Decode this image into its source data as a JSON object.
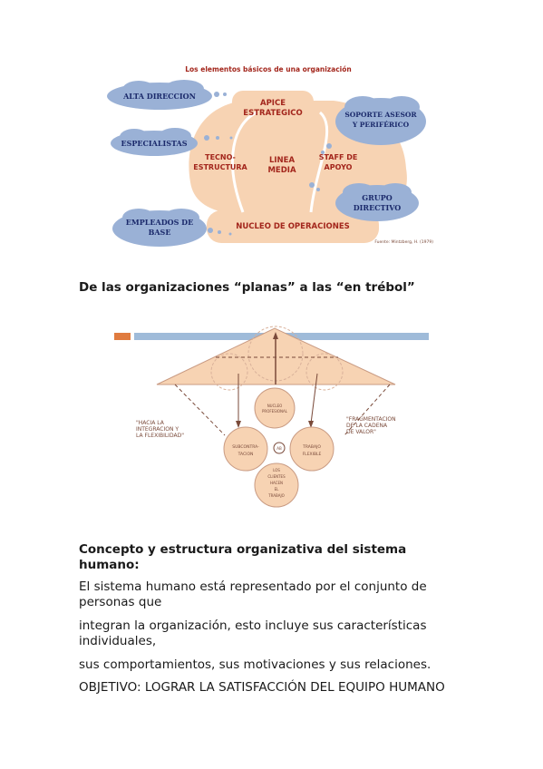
{
  "figure1": {
    "title": "Los elementos básicos de una organización",
    "labels": {
      "apice": [
        "APICE",
        "ESTRATEGICO"
      ],
      "tecno": [
        "TECNO-",
        "ESTRUCTURA"
      ],
      "linea": [
        "LINEA",
        "MEDIA"
      ],
      "staff": [
        "STAFF DE",
        "APOYO"
      ],
      "nucleo": "NUCLEO DE OPERACIONES"
    },
    "clouds": {
      "alta": [
        "ALTA DIRECCION"
      ],
      "soporte": [
        "SOPORTE ASESOR",
        "Y PERIFÉRICO"
      ],
      "especialistas": [
        "ESPECIALISTAS"
      ],
      "grupo": [
        "GRUPO",
        "DIRECTIVO"
      ],
      "empleados": [
        "EMPLEADOS DE",
        "BASE"
      ]
    },
    "source": "Fuente: Mintzberg, H. (1979)"
  },
  "heading1": "De las organizaciones “planas” a las “en trébol”",
  "figure2": {
    "left_quote": [
      "\"HACIA LA",
      "INTEGRACION Y",
      "LA FLEXIBILIDAD\""
    ],
    "right_quote": [
      "\"FRAGMENTACION",
      "DE LA CADENA",
      "DE VALOR\""
    ],
    "center_small": "AB",
    "circle_top": [
      "NUCLEO",
      "PROFESIONAL"
    ],
    "circle_left": [
      "SUBCONTRA-",
      "TACION"
    ],
    "circle_right": [
      "TRABAJO",
      "FLEXIBLE"
    ],
    "circle_bottom": [
      "LOS",
      "CLIENTES",
      "HACEN",
      "EL",
      "TRABAJO"
    ]
  },
  "heading2": "Concepto y estructura organizativa del sistema humano:",
  "paragraphs": [
    "El sistema humano está representado por el conjunto de personas que",
    "integran la organización, esto incluye sus características individuales,",
    "sus comportamientos, sus motivaciones y sus relaciones.",
    "OBJETIVO: LOGRAR LA SATISFACCIÓN DEL EQUIPO HUMANO"
  ],
  "colors": {
    "peach": "#f7d3b3",
    "cloud": "#9ab1d6",
    "bar_orange": "#e07b3f",
    "bar_blue": "#9fbbd9"
  }
}
